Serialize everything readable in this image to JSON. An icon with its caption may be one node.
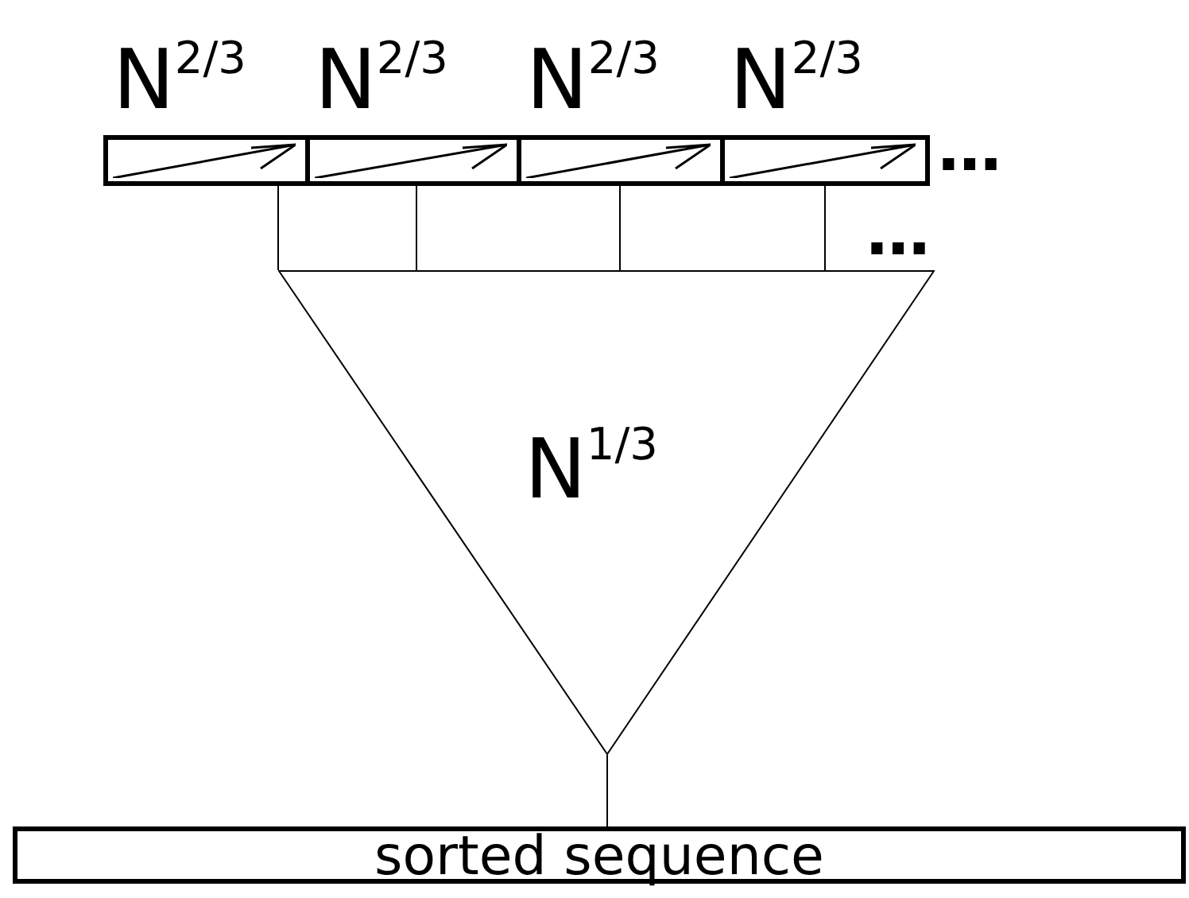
{
  "diagram": {
    "nodes": [
      {
        "text": [
          "N$^{2/3}$"
        ]
      },
      {
        "text": [
          "N$^{2/3}$"
        ]
      },
      {
        "text": [
          "N$^{2/3}$"
        ]
      },
      {
        "text": [
          "N$^{2/3}$"
        ]
      },
      {
        "text": [
          "N$^{1/3}$"
        ]
      },
      {
        "text": [
          "sorted sequence"
        ]
      }
    ],
    "edges": [
      {
        "from": 0,
        "to": 4,
        "arrow": "none"
      },
      {
        "from": 1,
        "to": 4,
        "arrow": "none"
      },
      {
        "from": 2,
        "to": 4,
        "arrow": "none"
      },
      {
        "from": 3,
        "to": 4,
        "arrow": "none"
      },
      {
        "from": 4,
        "to": 5,
        "arrow": "none"
      }
    ],
    "labels": [
      "…",
      "…"
    ]
  }
}
